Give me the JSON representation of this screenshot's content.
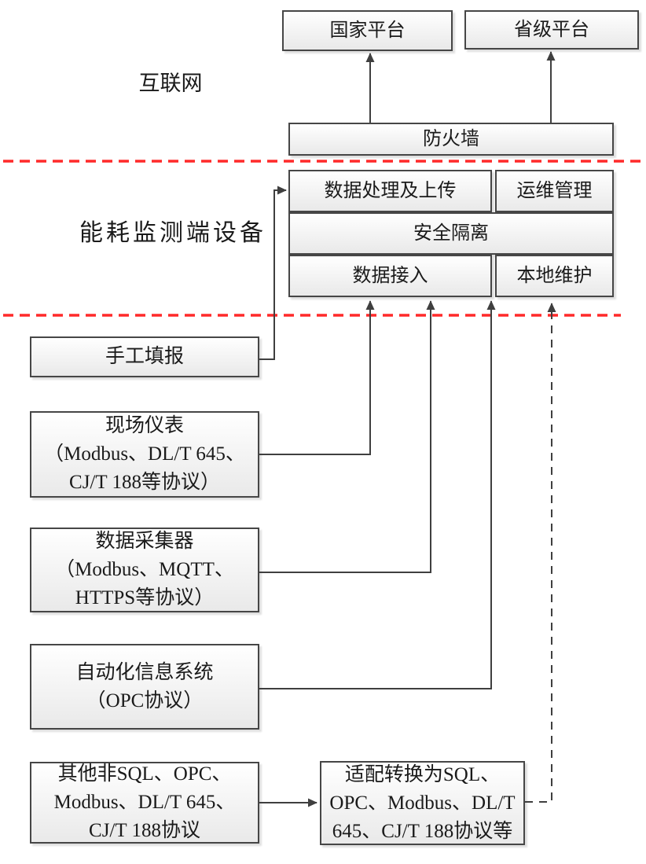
{
  "colors": {
    "line": "#3f3f3f",
    "box_border": "#464646",
    "box_fill_top": "#ffffff",
    "box_fill_bottom": "#e9e9e9",
    "divider_red": "#ff2a2a",
    "text": "#1a1a1a",
    "background": "#ffffff"
  },
  "zones": {
    "internet": {
      "label": "互联网"
    },
    "device": {
      "label": "能耗监测端设备"
    }
  },
  "platforms": {
    "national": "国家平台",
    "provincial": "省级平台",
    "firewall": "防火墙"
  },
  "modules": {
    "data_processing_upload": "数据处理及上传",
    "ops_management": "运维管理",
    "security_isolation": "安全隔离",
    "data_access": "数据接入",
    "local_maintenance": "本地维护"
  },
  "sources": {
    "manual_entry": {
      "line1": "手工填报"
    },
    "field_instruments": {
      "line1": "现场仪表",
      "line2": "（Modbus、DL/T 645、",
      "line3": "CJ/T 188等协议）"
    },
    "data_collector": {
      "line1": "数据采集器",
      "line2": "（Modbus、MQTT、",
      "line3": "HTTPS等协议）"
    },
    "automation_system": {
      "line1": "自动化信息系统",
      "line2": "（OPC协议）"
    },
    "other_protocols": {
      "line1": "其他非SQL、OPC、",
      "line2": "Modbus、DL/T 645、",
      "line3": "CJ/T 188协议"
    }
  },
  "adapter": {
    "line1": "适配转换为SQL、",
    "line2": "OPC、Modbus、DL/T",
    "line3": "645、CJ/T 188协议等"
  }
}
